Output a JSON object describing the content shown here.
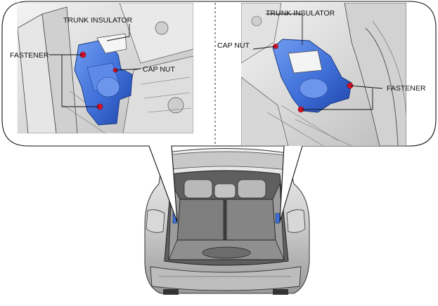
{
  "labels": {
    "left_trunk_insulator": "TRUNK INSULATOR",
    "left_fastener": "FASTENER",
    "left_cap_nut": "CAP NUT",
    "right_trunk_insulator": "TRUNK INSULATOR",
    "right_cap_nut": "CAP NUT",
    "right_fastener": "FASTENER"
  },
  "colors": {
    "insulator": "#3f6fd8",
    "insulator_dark": "#2450b8",
    "fastener_marker": "#e0102a",
    "body_panel": "#d9d9d9",
    "outline": "#222222"
  }
}
